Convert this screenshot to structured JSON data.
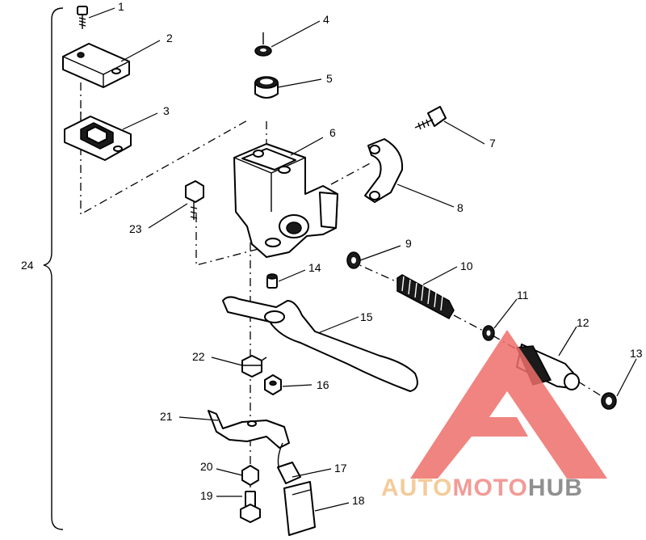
{
  "diagram": {
    "callouts": [
      {
        "id": "1",
        "text": "1"
      },
      {
        "id": "2",
        "text": "2"
      },
      {
        "id": "3",
        "text": "3"
      },
      {
        "id": "4",
        "text": "4"
      },
      {
        "id": "5",
        "text": "5"
      },
      {
        "id": "6",
        "text": "6"
      },
      {
        "id": "7",
        "text": "7"
      },
      {
        "id": "8",
        "text": "8"
      },
      {
        "id": "9",
        "text": "9"
      },
      {
        "id": "10",
        "text": "10"
      },
      {
        "id": "11",
        "text": "11"
      },
      {
        "id": "12",
        "text": "12"
      },
      {
        "id": "13",
        "text": "13"
      },
      {
        "id": "14",
        "text": "14"
      },
      {
        "id": "15",
        "text": "15"
      },
      {
        "id": "16",
        "text": "16"
      },
      {
        "id": "17",
        "text": "17"
      },
      {
        "id": "18",
        "text": "18"
      },
      {
        "id": "19",
        "text": "19"
      },
      {
        "id": "20",
        "text": "20"
      },
      {
        "id": "21",
        "text": "21"
      },
      {
        "id": "22",
        "text": "22"
      },
      {
        "id": "23",
        "text": "23"
      },
      {
        "id": "24",
        "text": "24"
      }
    ]
  },
  "watermark": {
    "part1": "AUTO",
    "part2": "MOTO",
    "part3": "HUB",
    "colors": {
      "auto": "#f2c48a",
      "moto": "#f08a86",
      "hub": "#7d7d7d",
      "triangle": "#ee6f6a"
    }
  }
}
